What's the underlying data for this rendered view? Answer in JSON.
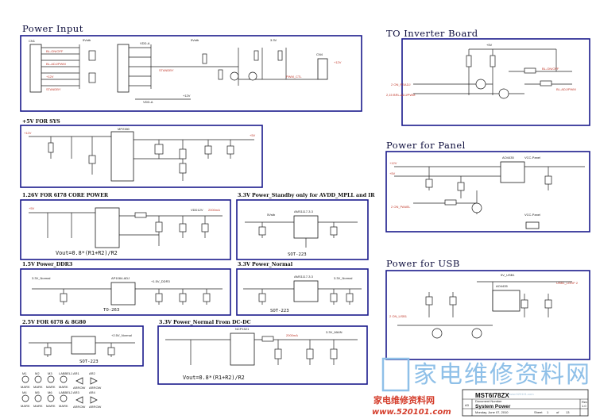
{
  "sections": {
    "power_input": "Power Input",
    "inverter": "TO Inverter Board",
    "panel": "Power for Panel",
    "usb": "Power for USB"
  },
  "subsections": {
    "sys5v": "+5V FOR SYS",
    "core": "1.26V FOR 6I78 CORE POWER",
    "standby33": "3.3V Power_Standby only for AVDD_MPLL and IR",
    "ddr": "1.5V Power_DDR3",
    "normal33": "3.3V Power_Normal",
    "v25": "2.5V FOR 6I78 & 8G80",
    "dcdc33": "3.3V Power_Normal From DC-DC"
  },
  "formulas": {
    "core": "Vout=0.8*(R1+R2)/R2",
    "dcdc": "Vout=0.8*(R1+R2)/R2"
  },
  "package_labels": {
    "sot223_a": "SOT-223",
    "to263": "TO-263",
    "sot223_b": "SOT-223",
    "sot223_c": "SOT-223"
  },
  "net_labels": {
    "v5vsb": "5Vstb",
    "v12": "+12V",
    "v5": "+5V",
    "v33": "3.3V",
    "vdda": "VDD-A",
    "standby": "STANDBY",
    "bl_onoff": "BL-ON/OFF",
    "bl_adj": "BL-ADJ/PWM",
    "pwm_ctl": "PWM_CTL",
    "on_psadj": "2 ON_PSADJ",
    "brl_adj": "2,15 BRL-ADJ/PWM",
    "on_panel": "2 ON_PANEL",
    "vcc_panel": "VCC-Panel",
    "on_usb1": "2 ON_USB1",
    "usb_vbus": "5V_USB1",
    "usb_loop": "USB1_LOOP 2",
    "v33_normal": "3.3V_Normal",
    "v33_main": "3.3V_MAIN",
    "v15_ddr": "+1.5V_DDR3",
    "v25_normal": "+2.5V_Normal",
    "vdd12v": "VDD12V",
    "current_core": "2000mA",
    "current_dcdc": "2000mA",
    "mp2380": "MP2380",
    "ap1084": "AP1084-ADJ",
    "ams1117": "AMS1117-3.3",
    "ao4435": "AO4435",
    "ao4435b": "AO4435",
    "n5_ic": "NCP1521",
    "conn_main": "CN1",
    "conn_ir": "CN4"
  },
  "marks": {
    "m1": "M1",
    "m2": "M2",
    "m3": "M3",
    "m4": "LABBEL1",
    "m5": "M4",
    "m6": "M5",
    "m7": "M6",
    "m8": "LABBEL2",
    "mark_word": "MARK",
    "arrow": "ARROW",
    "ar1": "AR1",
    "ar2": "AR2",
    "ar3": "AR3",
    "ar4": "AR4"
  },
  "title_block": {
    "model": "MST6I78ZX",
    "doc_label": "Document Number",
    "doc_title": "System Power",
    "size": "A3",
    "date": "Monday, June 07, 2010",
    "sheet": "Sheet",
    "sheet_no": "1",
    "of": "of",
    "sheet_total": "13",
    "rev": "1.0",
    "rev_label": "Rev"
  },
  "watermark": {
    "big": "家电维修资料网",
    "small_cn": "家电维修资料网",
    "url": "www.520101.com",
    "url_faint": "www.520101.com"
  },
  "colors": {
    "frame": "#1a1a8c",
    "wire": "#222222",
    "net_red": "#c0392b",
    "watermark_blue": "#8fc0e8",
    "watermark_red": "#d43c2a"
  }
}
